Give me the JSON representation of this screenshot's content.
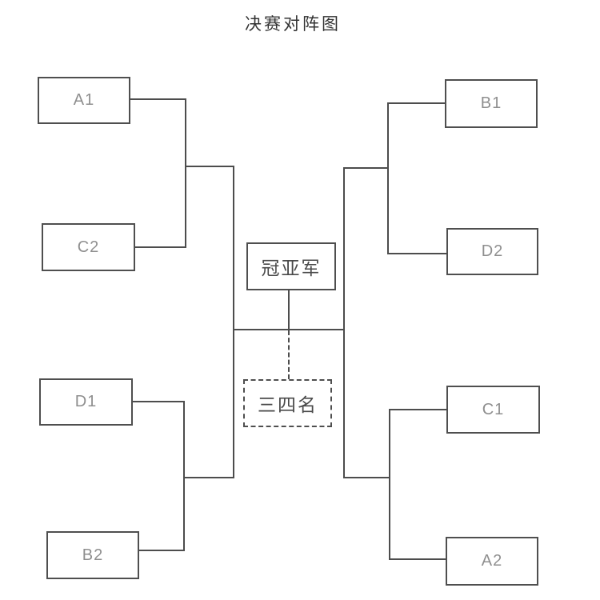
{
  "title": "决赛对阵图",
  "teams": {
    "a1": "A1",
    "c2": "C2",
    "d1": "D1",
    "b2": "B2",
    "b1": "B1",
    "d2": "D2",
    "c1": "C1",
    "a2": "A2"
  },
  "center": {
    "final_label": "冠亚军",
    "third_place_label": "三四名"
  },
  "matches": {
    "left_semifinal_top": [
      "A1",
      "C2"
    ],
    "left_semifinal_bottom": [
      "D1",
      "B2"
    ],
    "right_semifinal_top": [
      "B1",
      "D2"
    ],
    "right_semifinal_bottom": [
      "C1",
      "A2"
    ]
  },
  "colors": {
    "line": "#4d4d4d",
    "team_text": "#8f8f8f",
    "center_text": "#4a4a4a",
    "title_text": "#333333",
    "background": "#ffffff"
  }
}
